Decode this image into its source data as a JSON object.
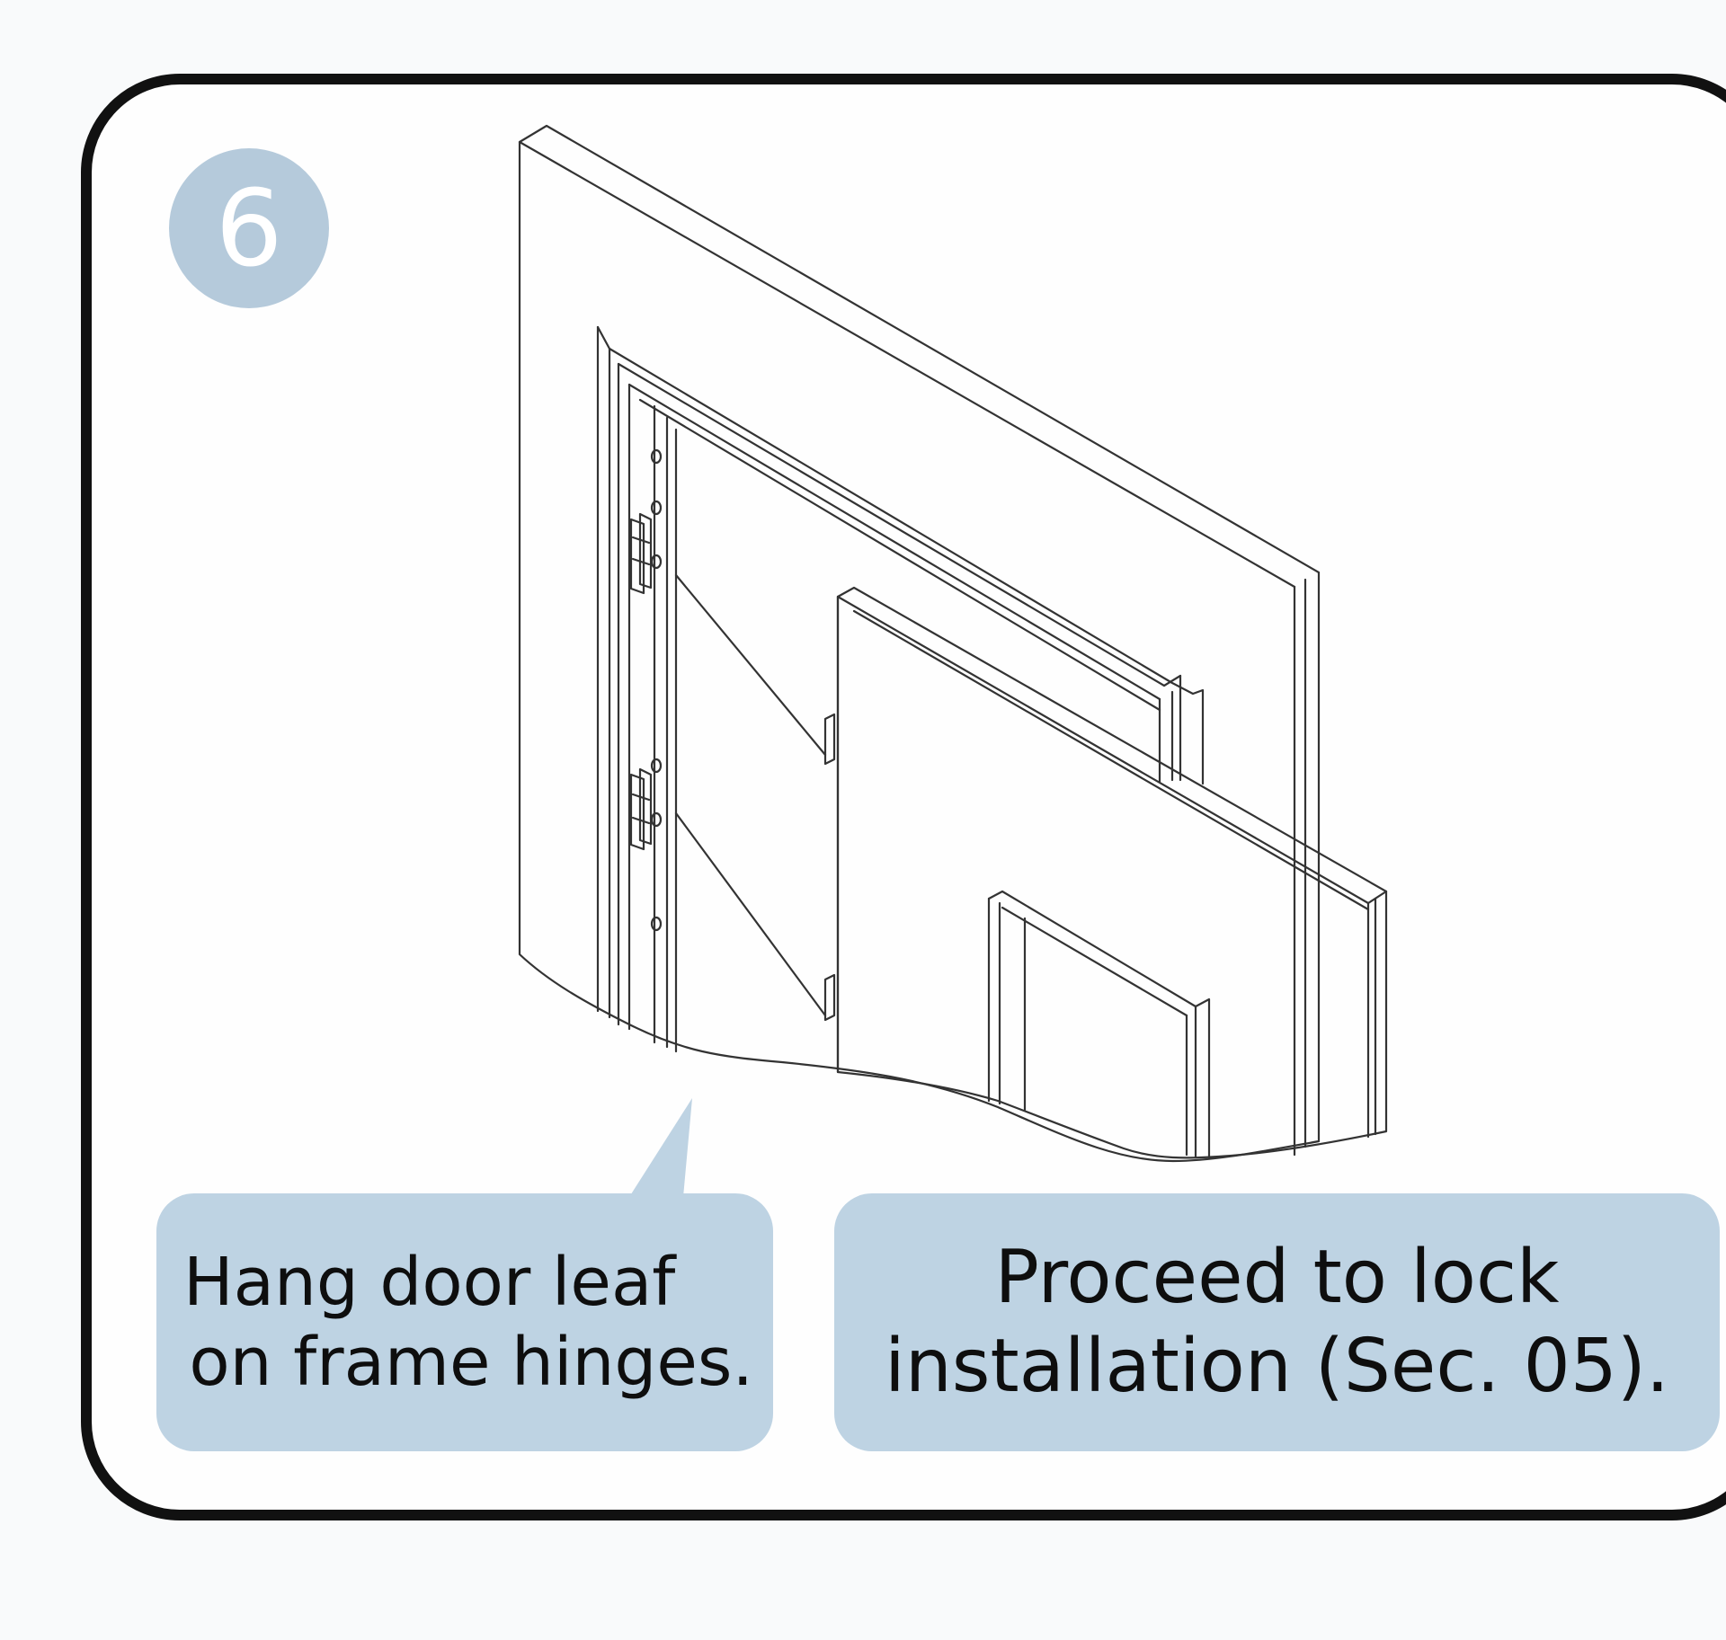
{
  "step": {
    "number": "6"
  },
  "callouts": {
    "left": {
      "line1": "Hang door leaf",
      "line2": "on frame hinges."
    },
    "right": {
      "line1": "Proceed to lock",
      "line2": "installation (Sec. 05)."
    }
  },
  "colors": {
    "badge": "#b5cadb",
    "callout": "#bed3e3",
    "outline": "#111111",
    "line_art": "#333333"
  }
}
